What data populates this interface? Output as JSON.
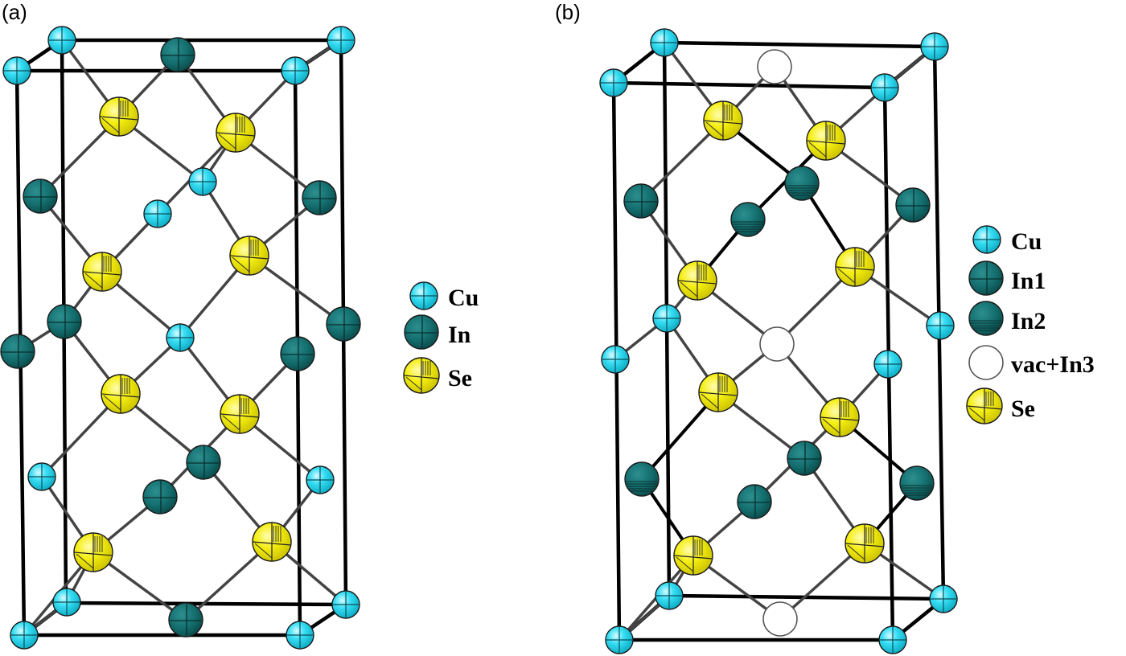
{
  "panels": [
    {
      "label": "(a)",
      "legend": [
        {
          "label": "Cu",
          "species": "Cu"
        },
        {
          "label": "In",
          "species": "In"
        },
        {
          "label": "Se",
          "species": "Se"
        }
      ]
    },
    {
      "label": "(b)",
      "legend": [
        {
          "label": "Cu",
          "species": "Cu"
        },
        {
          "label": "In1",
          "species": "In1"
        },
        {
          "label": "In2",
          "species": "In2"
        },
        {
          "label": "vac+In3",
          "species": "vac"
        },
        {
          "label": "Se",
          "species": "Se"
        }
      ]
    }
  ],
  "colors": {
    "Cu": "#22d8f2",
    "In": "#127272",
    "In1": "#127272",
    "In2": "#127272",
    "Se": "#f7f000",
    "vac": "#ffffff",
    "bond": "#444444",
    "cell_edge": "#000000"
  }
}
